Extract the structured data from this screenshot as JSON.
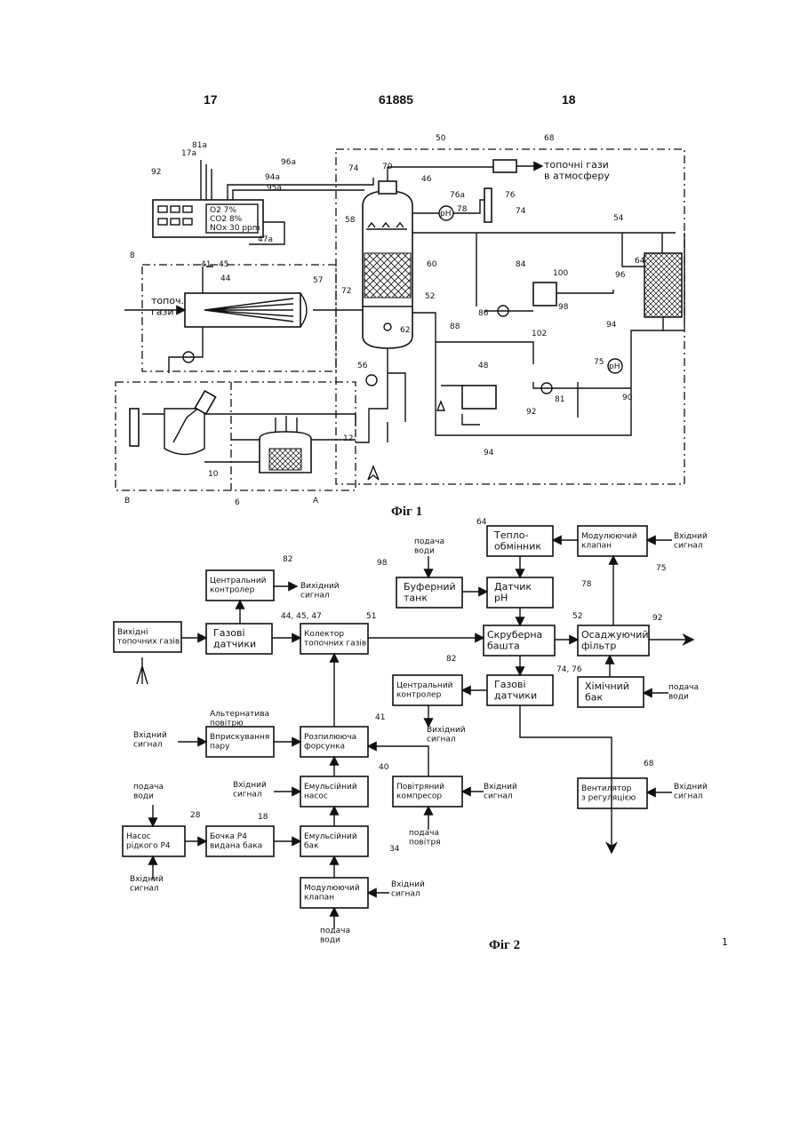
{
  "header": {
    "left_page": "17",
    "patent_number": "61885",
    "right_page": "18"
  },
  "fig1": {
    "caption": "Фіг 1",
    "labels": {
      "exhaust": "топочні гази\nв атмосферу",
      "inlet_gas": "топоч.\nгази",
      "display_lines": [
        "O2  7%",
        "CO2  8%",
        "NOx  30 ppm"
      ],
      "ph": "pH",
      "refs": [
        "17a",
        "81a",
        "96a",
        "94a",
        "95a",
        "92",
        "74",
        "70",
        "46",
        "76a",
        "78",
        "76",
        "74",
        "50",
        "68",
        "58",
        "60",
        "52",
        "62",
        "72",
        "57",
        "41",
        "45",
        "44",
        "47a",
        "8",
        "86",
        "88",
        "102",
        "100",
        "84",
        "98",
        "96",
        "94",
        "64",
        "54",
        "48",
        "75",
        "81",
        "90",
        "92",
        "56",
        "12",
        "10",
        "6",
        "A",
        "B",
        "94"
      ]
    }
  },
  "fig2": {
    "caption": "Фіг 2",
    "boxes": {
      "exhaust_source": "Вихідні\nтопочних газів",
      "gas_sensors_left": "Газові\nдатчики",
      "central_ctrl_top": "Центральний\nконтролер",
      "output_signal": "Вихідний\nсигнал",
      "flue_collector": "Колектор\nтопочних газів",
      "buffer_tank": "Буферний\nтанк",
      "water_supply": "подача\nводи",
      "heat_exchanger": "Тепло-\nобмінник",
      "modulating_valve_top": "Модулюючий\nклапан",
      "input_signal": "Вхідний\nсигнал",
      "ph_sensor": "Датчик\npH",
      "scrubber_tower": "Скруберна\nбашта",
      "settling_filter": "Осаджуючий\nфільтр",
      "central_ctrl_mid": "Центральний\nконтролер",
      "gas_sensors_mid": "Газові\nдатчики",
      "chem_tank": "Хімічний\nбак",
      "alt_air": "Альтернатива\nповітрю",
      "steam_atomize": "Вприскування\nпару",
      "atomizing_nozzle": "Розпилююча\nфорсунка",
      "emulsion_pump": "Емульсійний\nнасос",
      "air_compressor": "Повітряний\nкомпресор",
      "air_supply": "подача\nповітря",
      "fan": "Вентилятор\nз регуляцією",
      "liquid_pump": "Насос\nрідкого Р4",
      "barrel": "Бочка Р4\nвидана бака",
      "emulsion_tank": "Емульсійний\nбак",
      "modulating_valve_bottom": "Модулюючий\nклапан"
    },
    "refs": [
      "82",
      "44, 45, 47",
      "51",
      "98",
      "64",
      "78",
      "52",
      "75",
      "92",
      "82",
      "74, 76",
      "41",
      "40",
      "18",
      "28",
      "34",
      "68"
    ]
  },
  "page_mark": "1"
}
